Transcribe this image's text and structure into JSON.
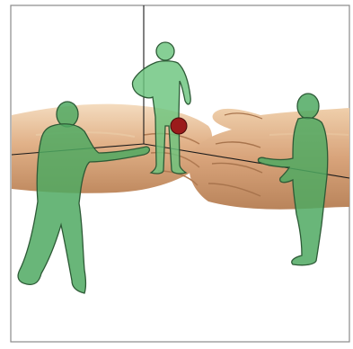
{
  "figure": {
    "frame_color": "#8a8a8a",
    "axis_color": "#1a1a1a",
    "figure_fill": "#6bc47e",
    "figure_stroke": "#2d5a36",
    "ball_fill": "#9b1b1b",
    "skin_light": "#f1d3b2",
    "skin_mid": "#d9a47a",
    "skin_shadow": "#b07a52",
    "elements": [
      {
        "name": "left-figure",
        "icon": "person-reaching-icon"
      },
      {
        "name": "center-figure",
        "icon": "person-standing-icon"
      },
      {
        "name": "right-figure",
        "icon": "person-reaching-icon"
      },
      {
        "name": "ball",
        "icon": "ball-icon"
      },
      {
        "name": "hands",
        "icon": "clasped-hands-icon"
      }
    ]
  }
}
